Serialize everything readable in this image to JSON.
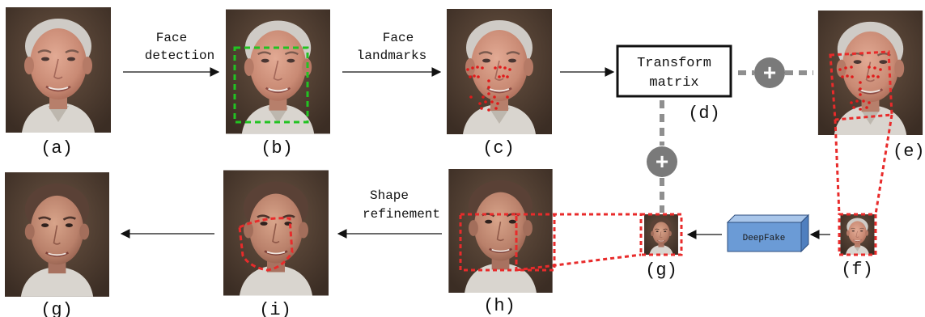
{
  "diagram": {
    "panel_labels": {
      "a": "(a)",
      "b": "(b)",
      "c": "(c)",
      "d": "(d)",
      "e": "(e)",
      "f": "(f)",
      "g_small": "(g)",
      "h": "(h)",
      "i": "(i)",
      "g_final": "(g)"
    },
    "steps": {
      "face_detection": [
        "Face",
        "detection"
      ],
      "face_landmarks": [
        "Face",
        "landmarks"
      ],
      "shape_refinement": [
        "Shape",
        "refinement"
      ]
    },
    "transform_box": [
      "Transform",
      "matrix"
    ],
    "deepfake_block": "DeepFake",
    "operator_symbol": "+",
    "colors": {
      "detection_box": "#22c322",
      "landmarks": "#e01b1b",
      "dashed_red": "#e82b2b",
      "connector_gray": "#8f8f8f",
      "plus_circle": "#7a7a7a",
      "deepfake_front": "#6b9bd6",
      "deepfake_side": "#4f7fbf",
      "deepfake_top": "#a9c6ea"
    }
  }
}
